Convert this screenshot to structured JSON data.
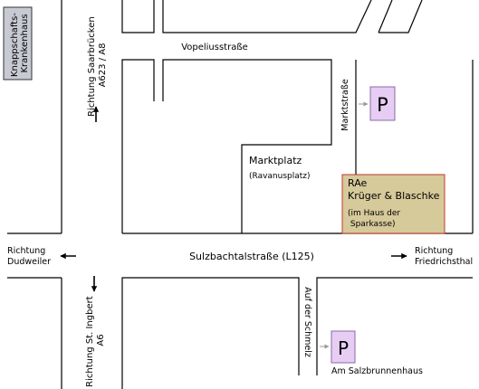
{
  "streets": {
    "vopelius": "Vopeliusstraße",
    "sulzbachtal": "Sulzbachtalstraße (L125)",
    "markt": "Marktstraße",
    "auf_der_schmelz": "Auf der Schmelz"
  },
  "places": {
    "hospital_line1": "Knappschafts-",
    "hospital_line2": "Krankenhaus",
    "marktplatz": "Marktplatz",
    "marktplatz_sub": "(Ravanusplatz)",
    "salzbrunnenhaus": "Am Salzbrunnenhaus"
  },
  "office": {
    "line1": "RAe",
    "line2": "Krüger & Blaschke",
    "line3": "(im Haus der",
    "line4": " Sparkasse)"
  },
  "directions": {
    "saarbruecken_1": "Richtung Saarbrücken",
    "saarbruecken_2": "A623 / A8",
    "dudweiler_1": "Richtung",
    "dudweiler_2": "Dudweiler",
    "friedrichsthal_1": "Richtung",
    "friedrichsthal_2": "Friedrichsthal",
    "ingbert_1": "Richtung St. Ingbert",
    "ingbert_2": "A6"
  },
  "parking": {
    "label": "P"
  },
  "colors": {
    "hospital_fill": "#c7c9d3",
    "office_fill": "#d6c99a",
    "office_border": "#c0392b",
    "parking_fill": "#e7cdf4",
    "parking_border": "#8a6aa6",
    "parking_arrow": "#999999"
  },
  "icons": [
    "arrow-up-icon",
    "arrow-down-icon",
    "arrow-left-icon",
    "arrow-right-icon",
    "parking-icon"
  ]
}
